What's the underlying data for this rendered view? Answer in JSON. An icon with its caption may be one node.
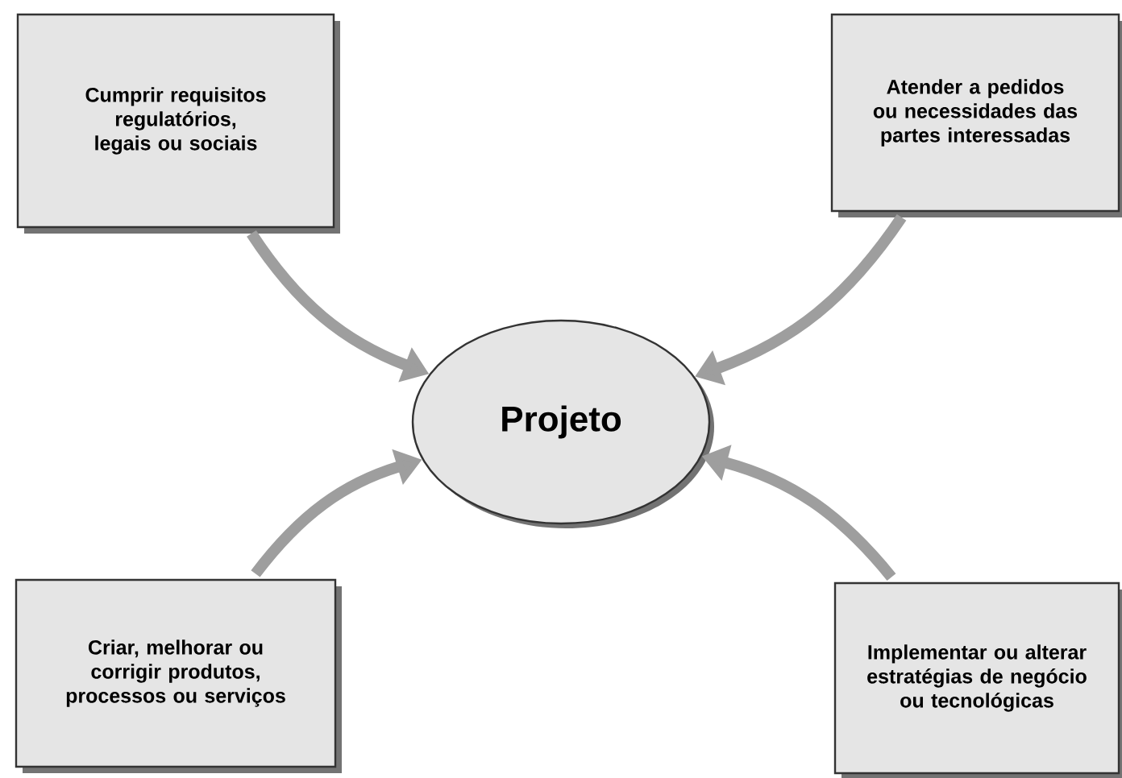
{
  "diagram": {
    "nodes": [
      {
        "text": [
          "Cumprir requisitos regulatórios, legais ou sociais"
        ]
      },
      {
        "text": [
          "Atender a pedidos ou necessidades das partes interessadas"
        ]
      },
      {
        "text": [
          "Projeto"
        ]
      },
      {
        "text": [
          "Criar, melhorar ou corrigir produtos, processos ou serviços"
        ]
      },
      {
        "text": [
          "Implementar ou alterar estratégias de negócio ou tecnológicas"
        ]
      }
    ],
    "edges": [
      {
        "from": 0,
        "to": 2,
        "arrow": "to"
      },
      {
        "from": 1,
        "to": 2,
        "arrow": "to"
      },
      {
        "from": 3,
        "to": 2,
        "arrow": "to"
      },
      {
        "from": 4,
        "to": 2,
        "arrow": "to"
      }
    ]
  }
}
